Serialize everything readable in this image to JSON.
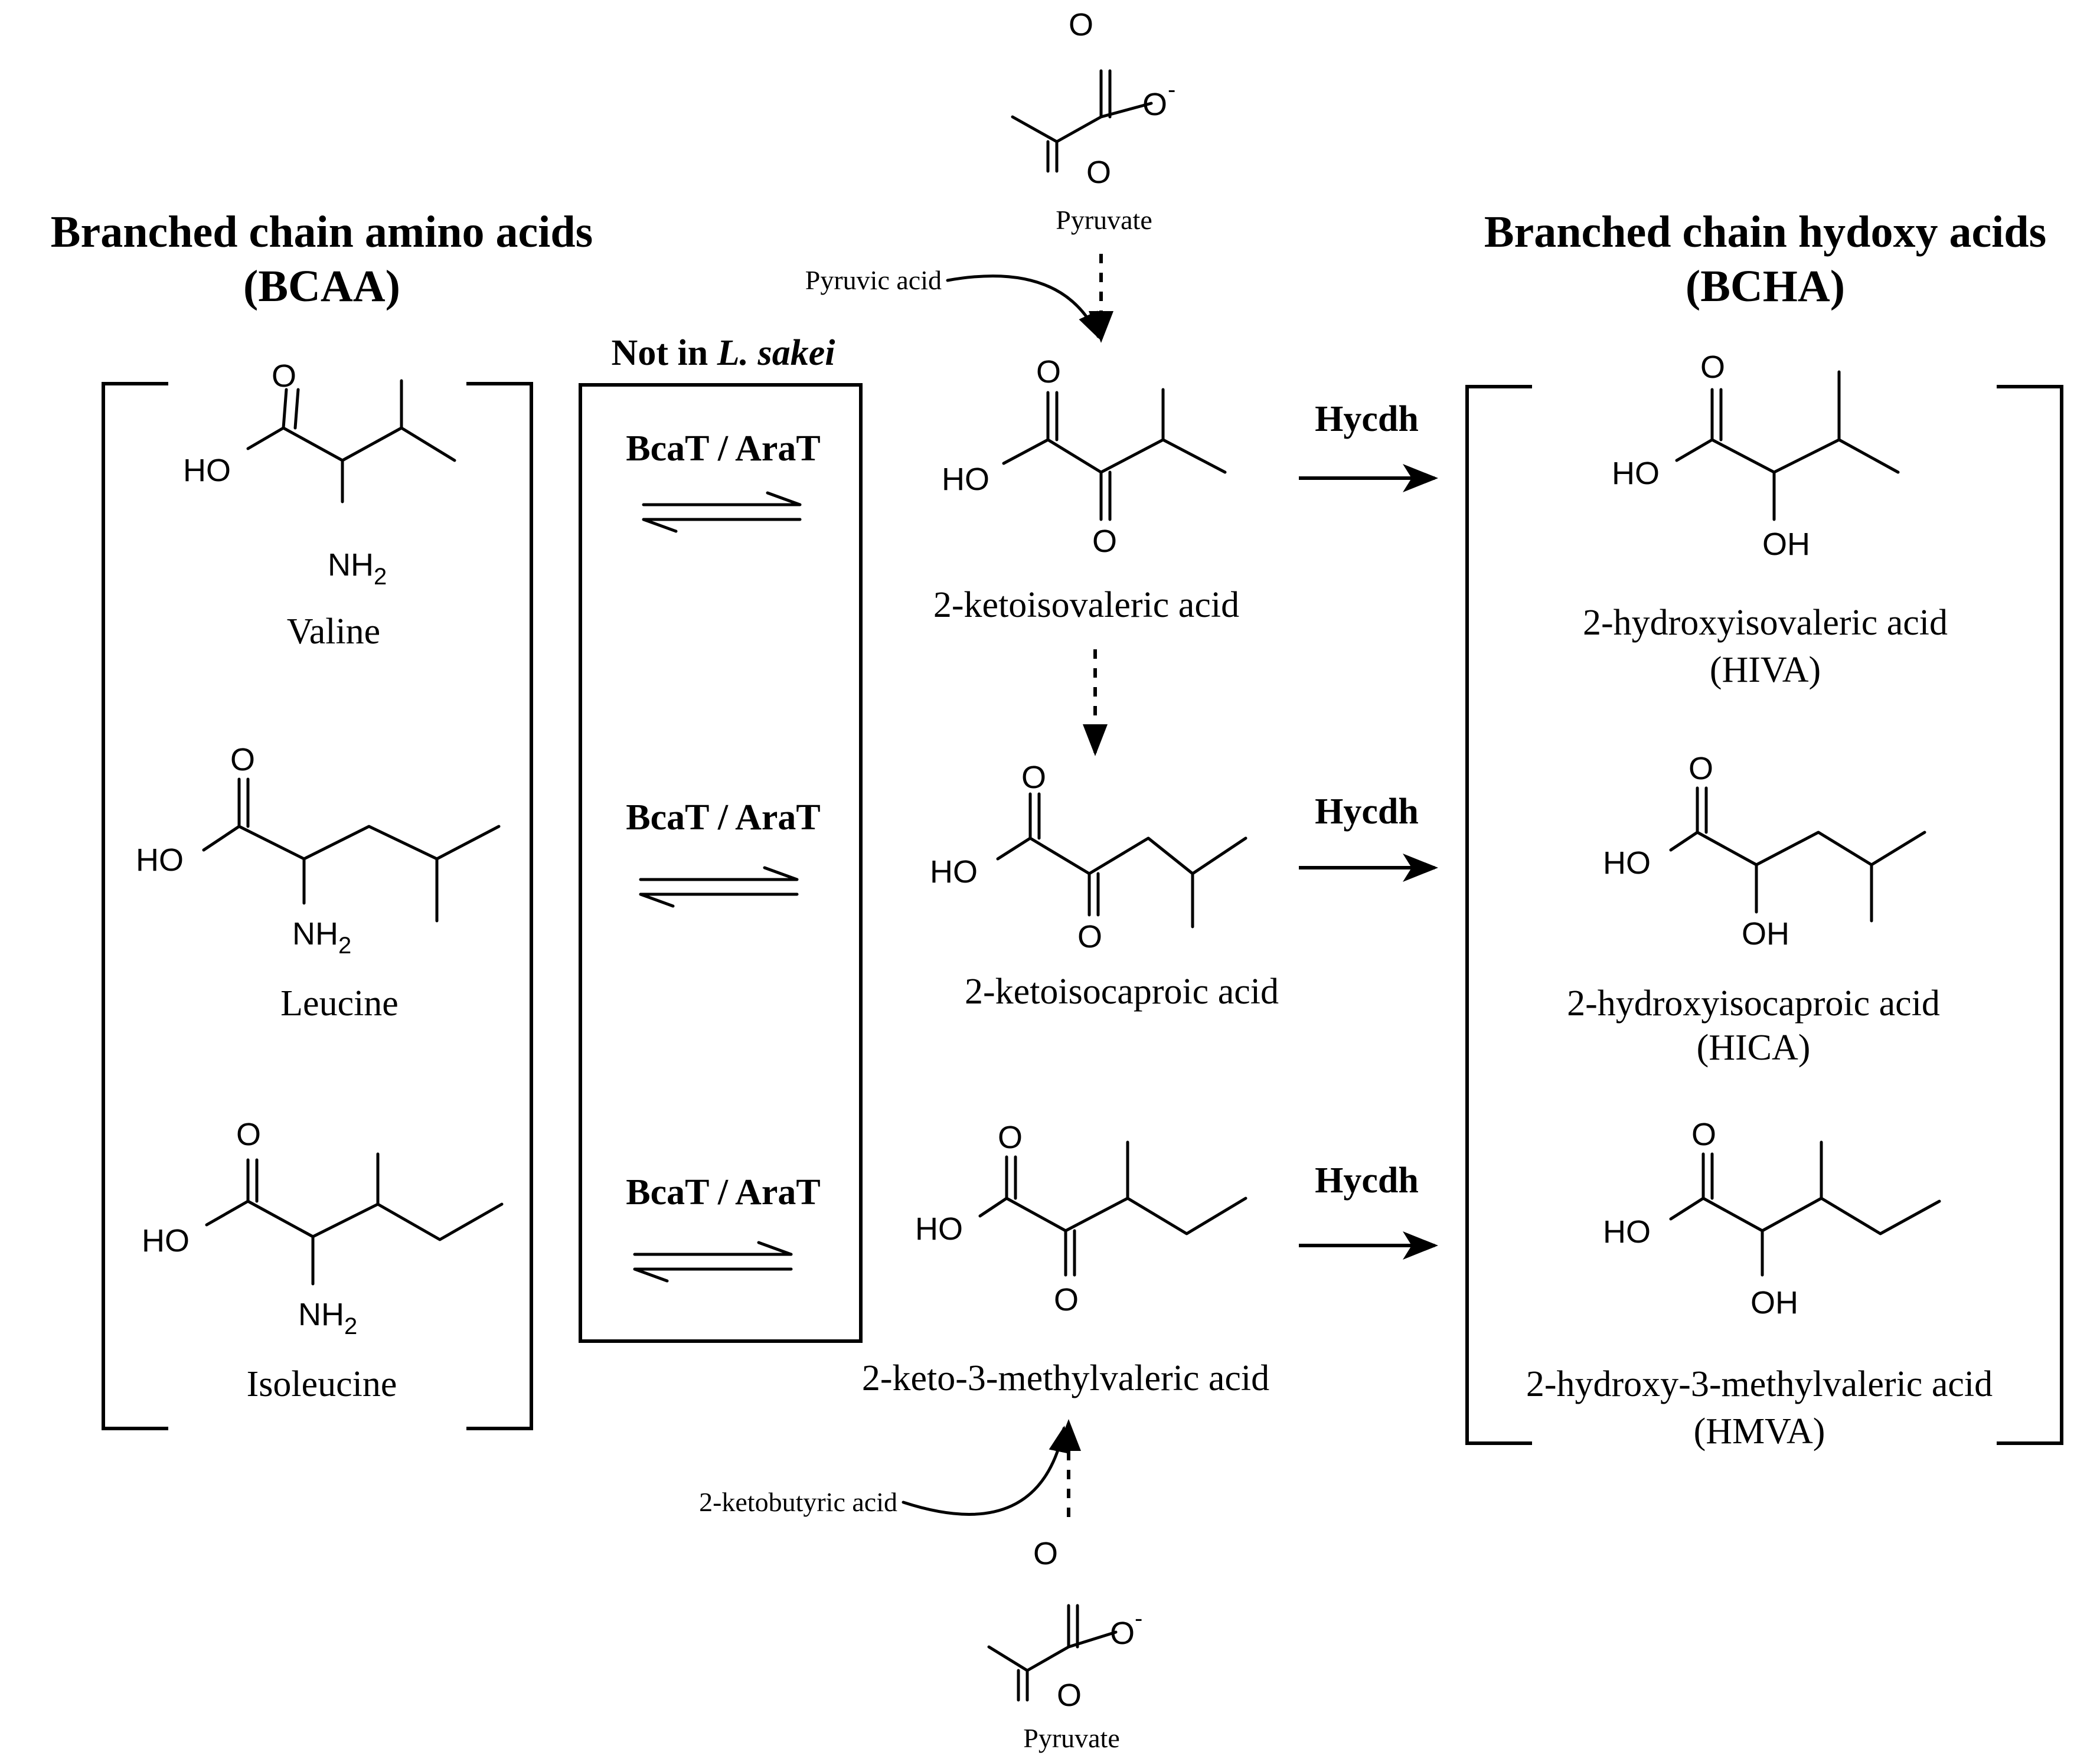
{
  "headers": {
    "bcaa_title": "Branched chain amino acids",
    "bcaa_abbr": "(BCAA)",
    "bcha_title": "Branched chain hydoxy acids",
    "bcha_abbr": "(BCHA)",
    "not_in_prefix": "Not in ",
    "not_in_species": "L. sakei"
  },
  "amino_acids": [
    {
      "name": "Valine"
    },
    {
      "name": "Leucine"
    },
    {
      "name": "Isoleucine"
    }
  ],
  "transamination_enzyme": "BcaT / AraT",
  "keto_acids": [
    {
      "name": "2-ketoisovaleric acid"
    },
    {
      "name": "2-ketoisocaproic acid"
    },
    {
      "name": "2-keto-3-methylvaleric acid"
    }
  ],
  "reduction_enzyme": "Hycdh",
  "hydroxy_acids": [
    {
      "name": "2-hydroxyisovaleric acid",
      "abbr": "(HIVA)"
    },
    {
      "name": "2-hydroxyisocaproic acid",
      "abbr": "(HICA)"
    },
    {
      "name": "2-hydroxy-3-methylvaleric acid",
      "abbr": "(HMVA)"
    }
  ],
  "precursors": {
    "top_compound": "Pyruvate",
    "top_side_input": "Pyruvic acid",
    "bottom_compound": "Pyruvate",
    "bottom_side_input": "2-ketobutyric acid"
  },
  "atoms": {
    "ho": "HO",
    "oh": "OH",
    "o": "O",
    "nh": "NH",
    "nh_sub": "2",
    "o_minus": "O",
    "minus": "-"
  }
}
